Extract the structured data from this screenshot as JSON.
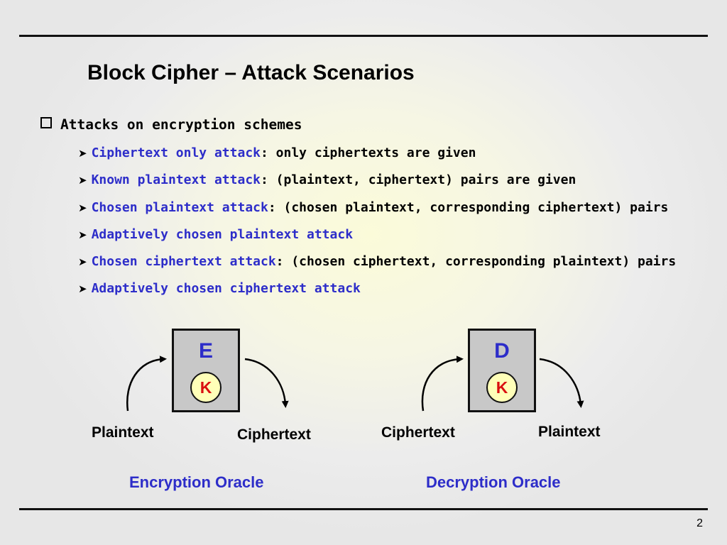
{
  "slide": {
    "title": "Block Cipher – Attack Scenarios",
    "main_bullet": "Attacks on encryption schemes",
    "sub_bullets": [
      {
        "term": "Ciphertext only attack",
        "desc": ": only ciphertexts are given"
      },
      {
        "term": "Known plaintext attack",
        "desc": ": (plaintext, ciphertext) pairs are given"
      },
      {
        "term": "Chosen plaintext attack",
        "desc": ": (chosen plaintext, corresponding ciphertext) pairs"
      },
      {
        "term": "Adaptively chosen plaintext attack",
        "desc": ""
      },
      {
        "term": "Chosen ciphertext attack",
        "desc": ": (chosen ciphertext, corresponding plaintext) pairs"
      },
      {
        "term": "Adaptively chosen ciphertext attack",
        "desc": ""
      }
    ],
    "page_number": "2"
  },
  "diagram": {
    "encryption": {
      "box_label": "E",
      "key_label": "K",
      "input_label": "Plaintext",
      "output_label": "Ciphertext",
      "caption": "Encryption Oracle"
    },
    "decryption": {
      "box_label": "D",
      "key_label": "K",
      "input_label": "Ciphertext",
      "output_label": "Plaintext",
      "caption": "Decryption Oracle"
    },
    "colors": {
      "accent_blue": "#2d2dc9",
      "key_red": "#d91010",
      "key_fill": "#ffffb8",
      "box_fill": "#c8c8c8"
    }
  }
}
